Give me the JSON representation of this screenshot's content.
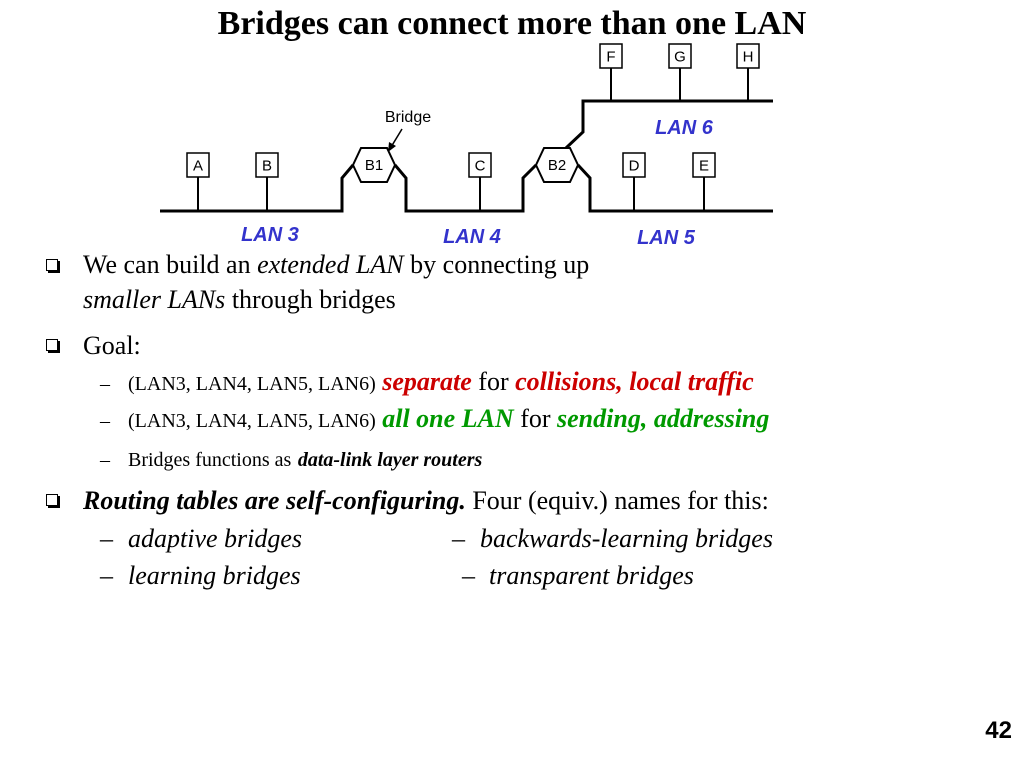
{
  "slide": {
    "title": "Bridges can connect more than one LAN",
    "page_number": "42",
    "bullet_icon": "checkbox-square-icon"
  },
  "diagram": {
    "bridge_callout": "Bridge",
    "bridges": [
      "B1",
      "B2"
    ],
    "stations": [
      "A",
      "B",
      "C",
      "D",
      "E",
      "F",
      "G",
      "H"
    ],
    "lan_labels": [
      "LAN 3",
      "LAN 4",
      "LAN 5",
      "LAN 6"
    ],
    "colors": {
      "lan_label": "#3333cc"
    }
  },
  "bullets": {
    "extended_lan": {
      "text_a": "We can build an",
      "emph_a": "extended LAN",
      "text_b": "by connecting up",
      "emph_b": "smaller LANs",
      "text_c": "through bridges"
    },
    "goal": {
      "label": "Goal:",
      "marker": "–",
      "items": [
        {
          "scope": "(LAN3, LAN4, LAN5, LAN6)",
          "emph_a": "separate",
          "connector": "for",
          "emph_b": "collisions, local traffic",
          "color": "#cc0000"
        },
        {
          "scope": "(LAN3, LAN4, LAN5, LAN6)",
          "emph_a": "all one LAN",
          "connector": "for",
          "emph_b": "sending, addressing",
          "color": "#009900"
        },
        {
          "text": "Bridges functions as",
          "emph": "data-link layer routers"
        }
      ]
    },
    "routing": {
      "emph": "Routing tables are self-configuring.",
      "text": "Four (equiv.) names for this:",
      "marker": "–",
      "names": [
        "adaptive bridges",
        "backwards-learning bridges",
        "learning bridges",
        "transparent bridges"
      ]
    }
  }
}
